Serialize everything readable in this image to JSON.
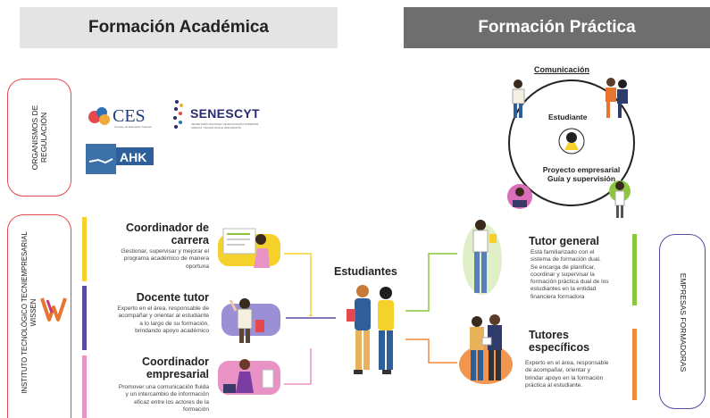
{
  "header": {
    "left_title": "Formación Académica",
    "right_title": "Formación Práctica"
  },
  "regulation": {
    "label_line1": "ORGANISMOS DE",
    "label_line2": "REGULACIÓN",
    "logos": {
      "ces": "CES",
      "ces_sub": "Consejo de Educación Superior",
      "senescyt": "SENESCYT",
      "senescyt_sub": "SECRETARÍA NACIONAL DE EDUCACIÓN SUPERIOR, CIENCIA, TECNOLOGÍA E INNOVACIÓN",
      "ahk": "AHK"
    }
  },
  "institute": {
    "label_line1": "INSTITUTO TECNOLÓGICO TECNIEMPRESARIAL",
    "label_line2": "WISSEN"
  },
  "roles": [
    {
      "title_1": "Coordinador de",
      "title_2": "carrera",
      "desc": [
        "Gestionar, supervisar y mejorar el",
        "programa académico de manera",
        "oportuna"
      ]
    },
    {
      "title_1": "Docente tutor",
      "title_2": "",
      "desc": [
        "Experto en el área, responsable de",
        "acompañar y orientar al estudiante",
        "a lo largo de su formación,",
        "brindando apoyo académico"
      ]
    },
    {
      "title_1": "Coordinador",
      "title_2": "empresarial",
      "desc": [
        "Promover una comunicación fluida",
        "y un intercambio de información",
        "eficaz entre los actores de la",
        "formación"
      ]
    }
  ],
  "center": {
    "label": "Estudiantes"
  },
  "practice": {
    "communication": "Comunicación",
    "student": "Estudiante",
    "project_1": "Proyecto empresarial",
    "project_2": "Guía y supervisión"
  },
  "tutors": [
    {
      "title_1": "Tutor general",
      "title_2": "",
      "desc": [
        "Está familiarizado con el",
        "sistema de formación dual.",
        "Se encarga de planificar,",
        "coordinar y supervisar la",
        "formación práctica dual de los",
        "estudiantes en la entidad",
        "financiera formadora"
      ]
    },
    {
      "title_1": "Tutores",
      "title_2": "específicos",
      "desc": [
        "Experto en el área, responsable",
        "de acompañar, orientar y",
        "brindar apoyo en la formación",
        "práctica al estudiante."
      ]
    }
  ],
  "companies": {
    "label": "EMPRESAS FORMADORAS"
  },
  "colors": {
    "yellow": "#f5d22b",
    "purple": "#5a4aa3",
    "pink": "#e892c6",
    "green": "#8cc63f",
    "orange": "#f08a3c",
    "red": "#e5484d",
    "lavender": "#9b8fd6",
    "dark": "#222222"
  }
}
